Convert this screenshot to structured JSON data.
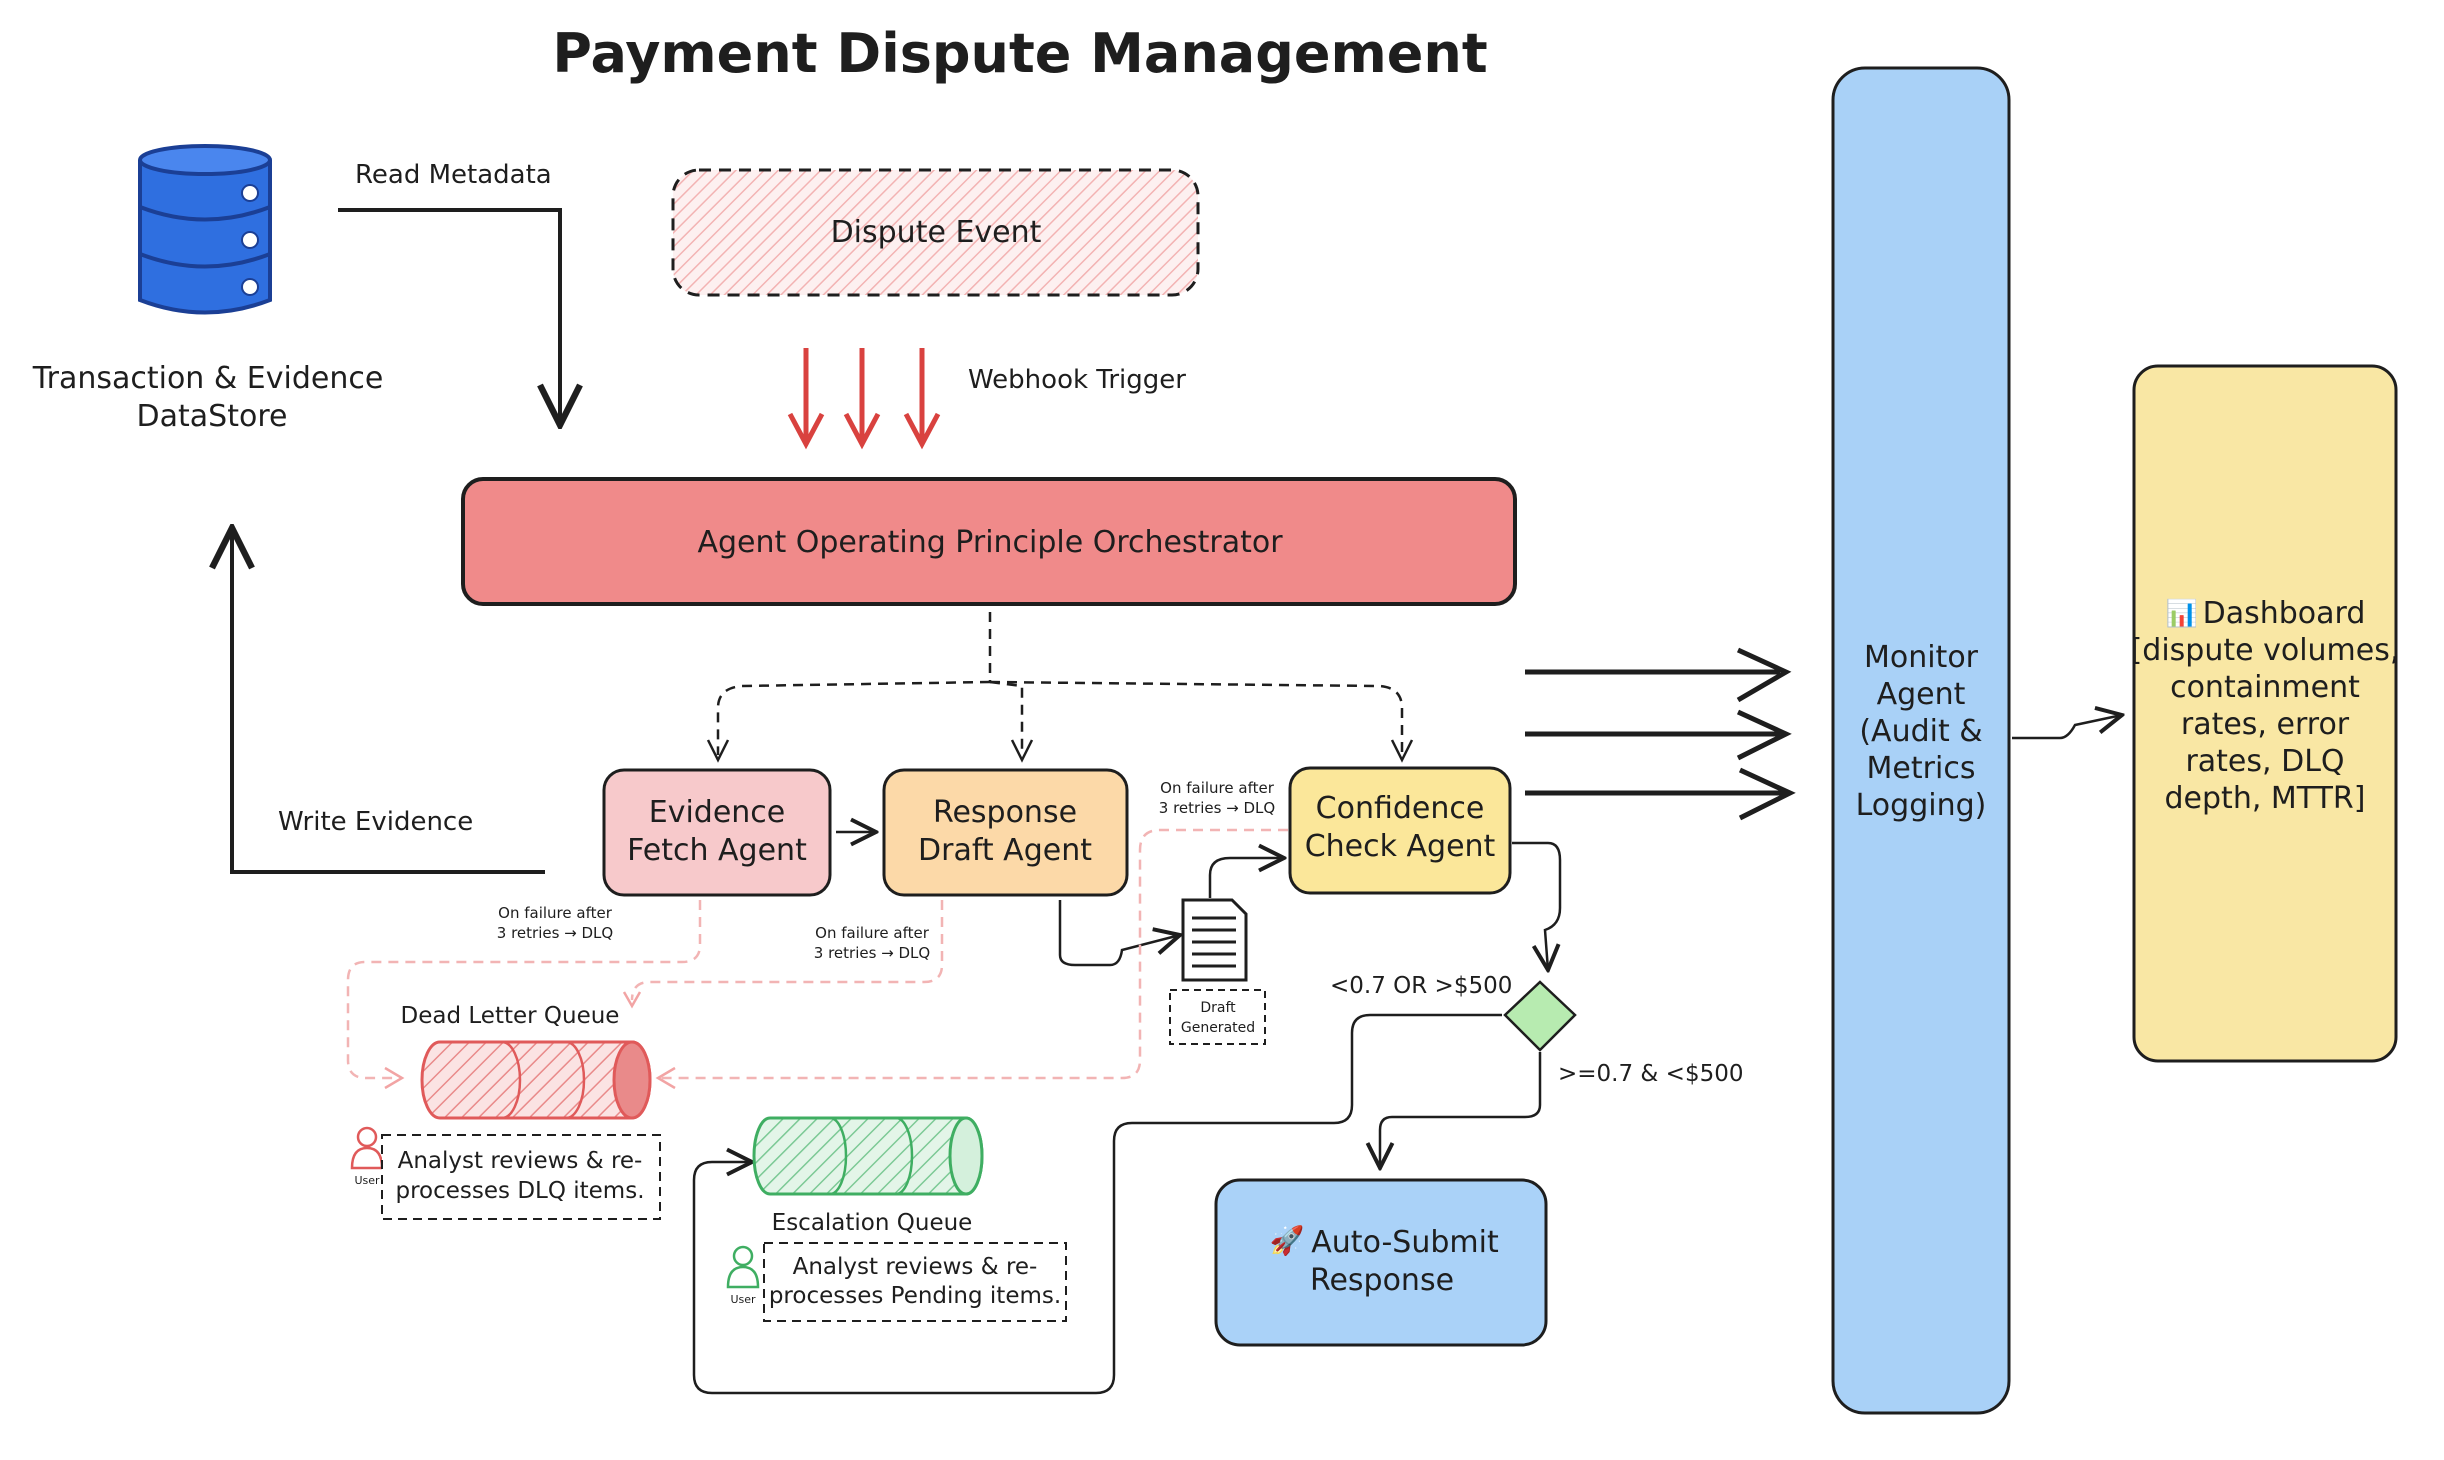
{
  "title": "Payment Dispute Management",
  "datastore": {
    "label_line1": "Transaction & Evidence",
    "label_line2": "DataStore"
  },
  "edges": {
    "read_metadata": "Read Metadata",
    "write_evidence": "Write Evidence",
    "webhook_trigger": "Webhook Trigger",
    "failure_confidence_l1": "On failure after",
    "failure_confidence_l2": "3 retries → DLQ",
    "failure_evidence_l1": "On failure after",
    "failure_evidence_l2": "3 retries → DLQ",
    "failure_response_l1": "On failure after",
    "failure_response_l2": "3 retries → DLQ",
    "low_confidence": "<0.7 OR >$500",
    "high_confidence": ">=0.7 & <$500"
  },
  "nodes": {
    "dispute_event": "Dispute Event",
    "orchestrator": "Agent Operating Principle Orchestrator",
    "evidence_fetch": {
      "line1": "Evidence",
      "line2": "Fetch Agent"
    },
    "response_draft": {
      "line1": "Response",
      "line2": "Draft Agent"
    },
    "confidence_check": {
      "line1": "Confidence",
      "line2": "Check Agent"
    },
    "draft_generated": {
      "line1": "Draft",
      "line2": "Generated"
    },
    "auto_submit": {
      "icon": "🚀",
      "line1": "Auto-Submit",
      "line2": "Response"
    },
    "monitor_agent": [
      "Monitor",
      "Agent",
      "(Audit &",
      "Metrics",
      "Logging)"
    ],
    "dashboard": {
      "icon": "📊",
      "lines": [
        "Dashboard",
        "[dispute volumes,",
        "containment",
        "rates, error",
        "rates, DLQ",
        "depth, MTTR]"
      ]
    }
  },
  "queues": {
    "dead_letter": {
      "title": "Dead Letter Queue",
      "user_label": "User",
      "note_line1": "Analyst reviews & re-",
      "note_line2": "processes DLQ items."
    },
    "escalation": {
      "title": "Escalation Queue",
      "user_label": "User",
      "note_line1": "Analyst reviews & re-",
      "note_line2": "processes Pending items."
    }
  },
  "colors": {
    "red_arrow": "#d9423f",
    "orchestrator": "#f08a8a",
    "evidence_fetch": "#f7c9cb",
    "response_draft": "#fcd9a8",
    "confidence_check": "#fbe79a",
    "monitor": "#a9d1f7",
    "dashboard": "#f9e7a4",
    "auto_submit": "#aad2f8",
    "decision": "#b7ebb0",
    "dead_letter": "#e05a5a",
    "escalation": "#3fae62",
    "failure_line": "#f2b4b4"
  }
}
